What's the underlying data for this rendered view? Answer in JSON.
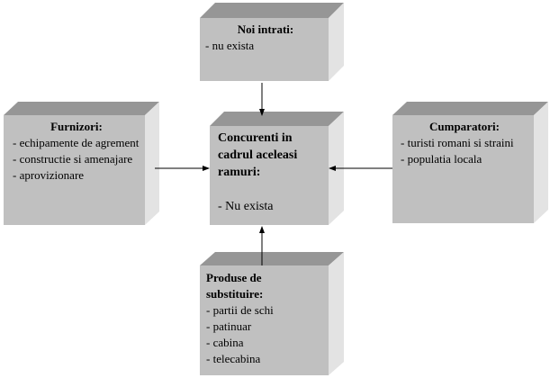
{
  "boxes": {
    "new_entrants": {
      "title": "Noi intrati:",
      "items": [
        "- nu exista"
      ]
    },
    "suppliers": {
      "title": "Furnizori:",
      "items": [
        "- echipamente de agrement",
        "- constructie si amenajare",
        "- aprovizionare"
      ]
    },
    "competitors": {
      "title": "Concurenti in cadrul aceleasi ramuri:",
      "items": [
        "- Nu exista"
      ]
    },
    "buyers": {
      "title": "Cumparatori:",
      "items": [
        "- turisti romani si straini",
        "- populatia locala"
      ]
    },
    "substitutes": {
      "title": "Produse de substituire:",
      "items": [
        "- partii de schi",
        "- patinuar",
        "- cabina",
        "- telecabina"
      ]
    }
  },
  "colors": {
    "front": "#c0c0c0",
    "top": "#969696",
    "side": "#e3e3e3"
  }
}
